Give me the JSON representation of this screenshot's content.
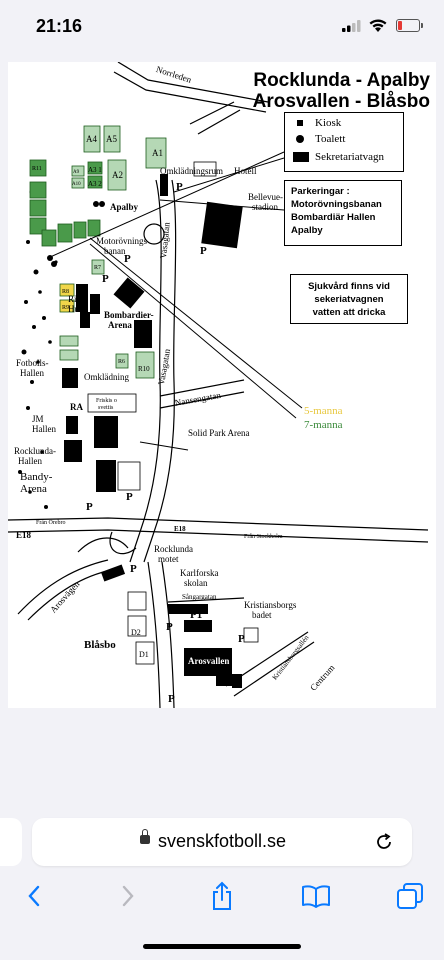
{
  "status": {
    "time": "21:16"
  },
  "map": {
    "title_line1": "Rocklunda - Apalby",
    "title_line2": "Arosvallen - Blåsbo",
    "legend": {
      "kiosk": "Kiosk",
      "toilet": "Toalett",
      "secretariat": "Sekretariatvagn"
    },
    "parking_box": [
      "Parkeringar :",
      "Motorövningsbanan",
      "Bombardiär Hallen",
      "Apalby"
    ],
    "medical_box": [
      "Sjukvård finns vid",
      "sekeriatvagnen",
      "vatten att dricka"
    ],
    "team_size_5": "5-manna",
    "team_size_7": "7-manna",
    "colors": {
      "green": "#4a9a4a",
      "light_green": "#b5d8b5",
      "yellow": "#f1d64a",
      "black": "#000000"
    },
    "fields": {
      "a1": "A1",
      "a2": "A2",
      "a3_1": "A3 1",
      "a3_2": "A3 2",
      "a4": "A4",
      "a5": "A5",
      "a9": "A9",
      "a10": "A10",
      "r10": "R10",
      "r11": "R11",
      "r8": "R8",
      "r9": "R9",
      "r7": "R7",
      "r6": "R6",
      "d1": "D1",
      "d2": "D2"
    },
    "labels": {
      "norrleden": "Norrleden",
      "omkladningsrum": "Omklädningsrum",
      "hotell": "Hotell",
      "apalby": "Apalby",
      "bellevue": "Bellevue-",
      "stadion": "stadion",
      "motorovningsbanan1": "Motorövnings",
      "motorovningsbanan2": "banan",
      "vasagatan": "Vasagatan",
      "rid1": "Rid-",
      "rid2": "Hus",
      "bombardier1": "Bombardier-",
      "bombardier2": "Arena",
      "fotbollshallen1": "Fotbolls-",
      "fotbollshallen2": "Hallen",
      "omkladning": "Omklädning",
      "friskis1": "Friskis o",
      "friskis2": "svettis",
      "nansengatan": "Nansengatan",
      "ra": "RA",
      "jm1": "JM",
      "jm2": "Hallen",
      "solidpark": "Solid Park Arena",
      "rocklundahallen1": "Rocklunda-",
      "rocklundahallen2": "Hallen",
      "bandy1": "Bandy-",
      "bandy2": "Arena",
      "e18": "E18",
      "fran_orebro": "Från Örebro",
      "fran_stockholm": "Från Stockholm",
      "rocklundamotet1": "Rocklunda",
      "rocklundamotet2": "motet",
      "arosvagen": "Arosvägen",
      "karlforska1": "Karlforska",
      "karlforska2": "skolan",
      "sangargatan": "Sångargatan",
      "kristiansborgs1": "Kristiansborgs",
      "kristiansborgs2": "badet",
      "kristiansborgsallen": "Kristiansborgsallén",
      "centrum": "Centrum",
      "blasbo": "Blåsbo",
      "arosvallen": "Arosvallen",
      "p": "P",
      "p1": "P1"
    }
  },
  "browser": {
    "url": "svenskfotboll.se"
  }
}
